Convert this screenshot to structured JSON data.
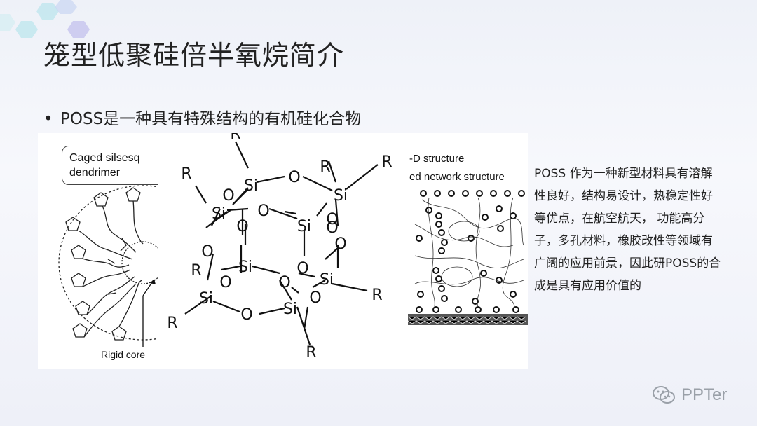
{
  "slide": {
    "title": "笼型低聚硅倍半氧烷简介",
    "bullet": "POSS是一种具有特殊结构的有机硅化合物",
    "description": "POSS 作为一种新型材料具有溶解性良好，结构易设计，热稳定性好等优点，在航空航天， 功能高分子，多孔材料，橡胶改性等领域有广阔的应用前景，因此研POSS的合成是具有应用价值的",
    "watermark": "PPTer"
  },
  "figure": {
    "left_caption_line1": "Caged silsesq",
    "left_caption_line2": "dendrimer",
    "left_label": "Rigid core",
    "right_label_1": "-D structure",
    "right_label_2": "ed network structure",
    "atoms": {
      "si": "Si",
      "o": "O",
      "r": "R"
    }
  }
}
